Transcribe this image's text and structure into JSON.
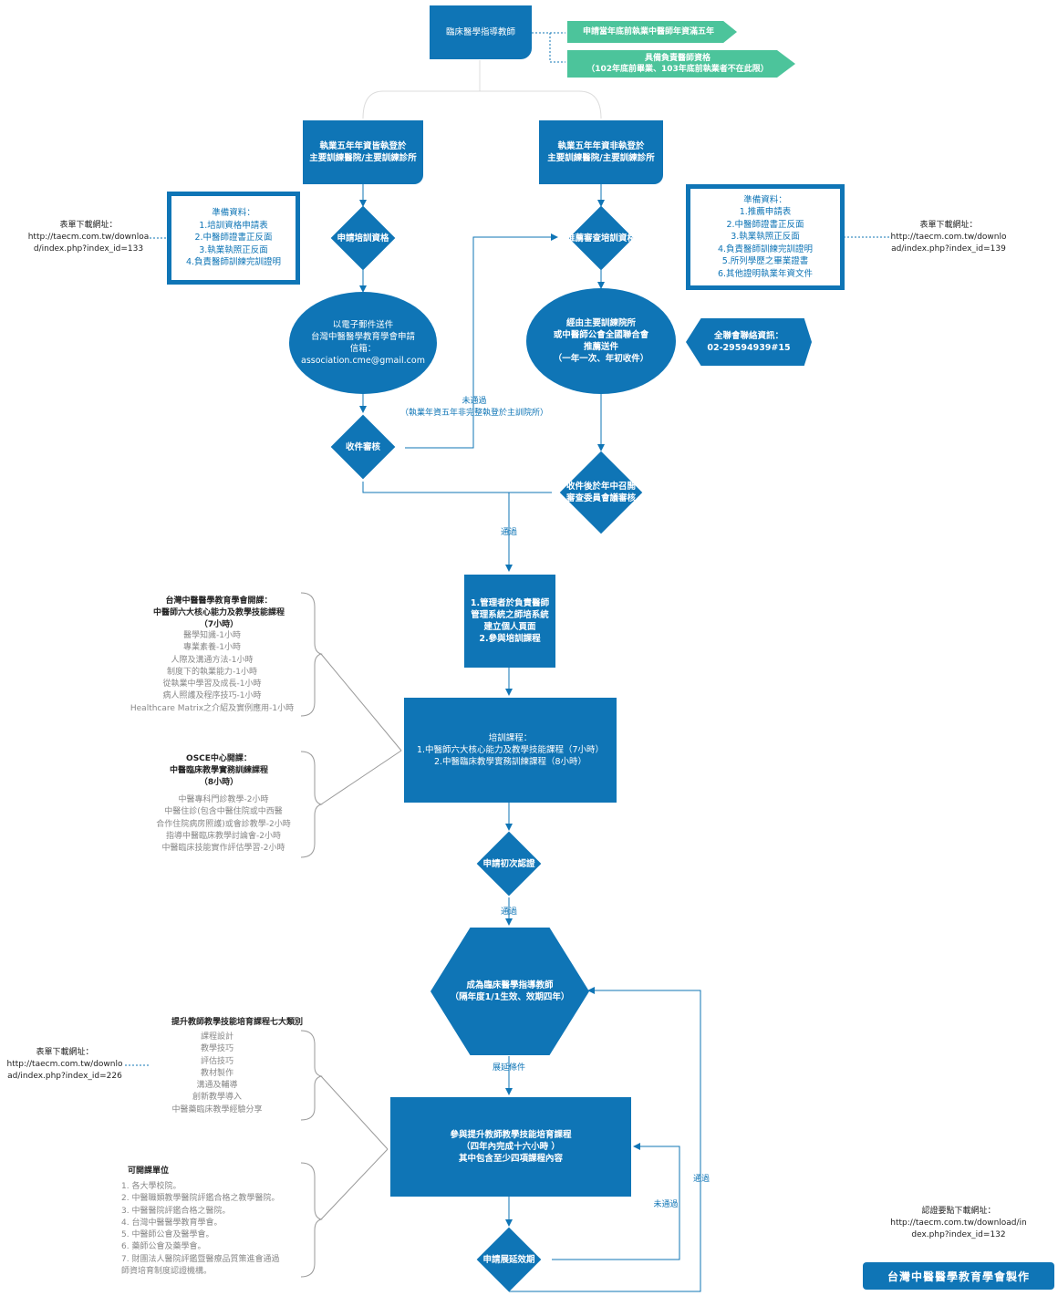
{
  "top": {
    "title": "臨床醫學指導教師",
    "req1": "申請當年底前執業中醫師年資滿五年",
    "req2": "具備負責醫師資格\n（102年底前畢業、103年底前執業者不在此限）"
  },
  "left_branch": {
    "title": "執業五年年資皆執登於\n主要訓練醫院/主要訓練診所",
    "apply": "申請培訓資格",
    "prep": "準備資料：\n1.培訓資格申請表\n2.中醫師證書正反面\n3.執業執照正反面\n4.負責醫師訓練完訓證明",
    "download": "表單下載網址：\nhttp://taecm.com.tw/downloa\nd/index.php?index_id=133",
    "email": "以電子郵件送件\n台灣中醫醫學教育學會申請\n信箱：\nassociation.cme@gmail.com",
    "review": "收件審核"
  },
  "right_branch": {
    "title": "執業五年年資非執登於\n主要訓練醫院/主要訓練診所",
    "apply": "推薦審查培訓資格",
    "prep": "準備資料：\n1.推薦申請表\n2.中醫師證書正反面\n3.執業執照正反面\n4.負責醫師訓練完訓證明\n5.所列學歷之畢業證書\n6.其他證明執業年資文件",
    "download": "表單下載網址：\nhttp://taecm.com.tw/downlo\nad/index.php?index_id=139",
    "send": "經由主要訓練院所\n或中醫師公會全國聯合會\n推薦送件\n（一年一次、年初收件）",
    "contact": "全聯會聯絡資訊：\n02-29594939#15",
    "committee": "收件後於年中召開\n審查委員會議審核"
  },
  "labels": {
    "not_passed_long": "未通過\n（執業年資五年非完整執登於主訓院所）",
    "pass1": "通過",
    "pass2": "通過",
    "extend_cond": "展延條件",
    "not_passed": "未通過",
    "pass3": "通過"
  },
  "steps": {
    "account": "1.管理者於負責醫師\n管理系統之師培系統\n建立個人頁面\n2.參與培訓課程",
    "training": "培訓課程：\n1.中醫師六大核心能力及教學技能課程（7小時）\n2.中醫臨床教學實務訓練課程（8小時）",
    "first_cert": "申請初次認證",
    "become": "成為臨床醫學指導教師\n（隔年度1/1生效、效期四年）",
    "continuing": "參與提升教師教學技能培育課程\n（四年內完成十六小時 ）\n其中包含至少四項課程內容",
    "extend": "申請展延效期"
  },
  "course_core": {
    "title": "台灣中醫醫學教育學會開課：\n中醫師六大核心能力及教學技能課程\n（7小時）",
    "items": [
      "醫學知識-1小時",
      "專業素養-1小時",
      "人際及溝通方法-1小時",
      "制度下的執業能力-1小時",
      "從執業中學習及成長-1小時",
      "病人照護及程序技巧-1小時",
      "Healthcare Matrix之介紹及實例應用-1小時"
    ]
  },
  "course_osce": {
    "title": "OSCE中心開課：\n中醫臨床教學實務訓練課程\n（8小時）",
    "items": [
      "中醫專科門診教學-2小時",
      "中醫住診(包含中醫住院或中西醫",
      "合作住院病房照護)或會診教學-2小時",
      "指導中醫臨床教學討論會-2小時",
      "中醫臨床技能實作評估學習-2小時"
    ]
  },
  "categories": {
    "title": "提升教師教學技能培育課程七大類別",
    "items": [
      "課程設計",
      "教學技巧",
      "評估技巧",
      "教材製作",
      "溝通及輔導",
      "創新教學導入",
      "中醫藥臨床教學經驗分享"
    ],
    "download": "表單下載網址：\nhttp://taecm.com.tw/downlo\nad/index.php?index_id=226"
  },
  "units": {
    "title": "可開課單位",
    "items": [
      "1. 各大學校院。",
      "2. 中醫職類教學醫院評鑑合格之教學醫院。",
      "3. 中醫醫院評鑑合格之醫院。",
      "4. 台灣中醫醫學教育學會。",
      "5. 中醫師公會及醫學會。",
      "6. 藥師公會及藥學會。",
      "7. 財團法人醫院評鑑暨醫療品質策進會通過",
      "師資培育制度認證機構。"
    ]
  },
  "cert_download": "認證要點下載網址：\nhttp://taecm.com.tw/download/in\ndex.php?index_id=132",
  "footer": "台灣中醫醫學教育學會製作",
  "colors": {
    "primary": "#0f75b6",
    "green": "#4cc49b"
  }
}
